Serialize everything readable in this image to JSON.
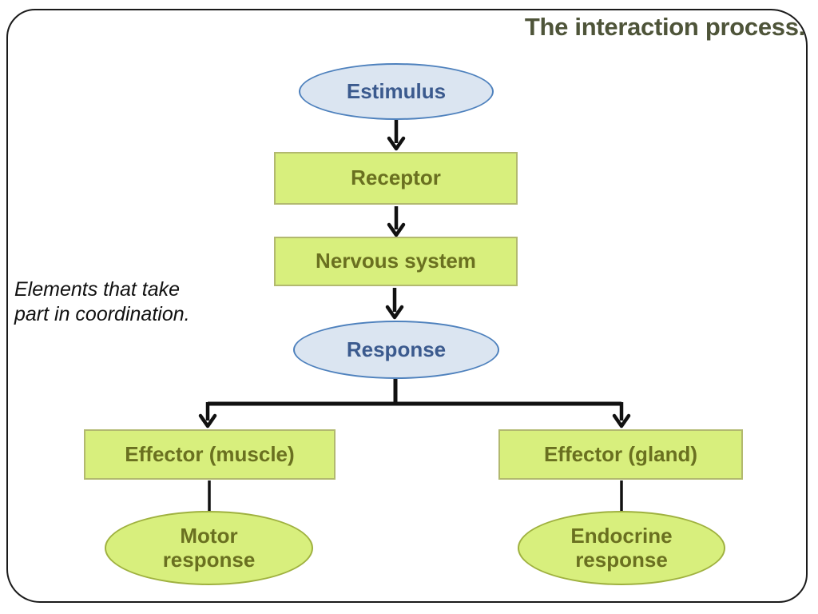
{
  "slide": {
    "title": "The interaction process.",
    "caption_line1": "Elements that take",
    "caption_line2": "part in coordination."
  },
  "nodes": {
    "estimulus": {
      "label": "Estimulus",
      "shape": "ellipse",
      "palette": "blue"
    },
    "receptor": {
      "label": "Receptor",
      "shape": "rect",
      "palette": "green"
    },
    "nervous_system": {
      "label": "Nervous system",
      "shape": "rect",
      "palette": "green"
    },
    "response": {
      "label": "Response",
      "shape": "ellipse",
      "palette": "blue"
    },
    "effector_muscle": {
      "label": "Effector (muscle)",
      "shape": "rect",
      "palette": "green"
    },
    "effector_gland": {
      "label": "Effector (gland)",
      "shape": "rect",
      "palette": "green"
    },
    "motor_response": {
      "line1": "Motor",
      "line2": "response",
      "shape": "ellipse",
      "palette": "green"
    },
    "endocrine_response": {
      "line1": "Endocrine",
      "line2": "response",
      "shape": "ellipse",
      "palette": "green"
    }
  },
  "edges": [
    {
      "from": "estimulus",
      "to": "receptor",
      "arrow": true
    },
    {
      "from": "receptor",
      "to": "nervous_system",
      "arrow": true
    },
    {
      "from": "nervous_system",
      "to": "response",
      "arrow": true
    },
    {
      "from": "response",
      "to": "effector_muscle",
      "arrow": true
    },
    {
      "from": "response",
      "to": "effector_gland",
      "arrow": true
    },
    {
      "from": "effector_muscle",
      "to": "motor_response",
      "arrow": false
    },
    {
      "from": "effector_gland",
      "to": "endocrine_response",
      "arrow": false
    }
  ],
  "colors": {
    "background": "#ffffff",
    "frame_border": "#1a1a1a",
    "title_text": "#4e5439",
    "green_fill": "#d8ef7d",
    "green_rect_border": "#b2b96f",
    "green_ellipse_border": "#9fb13f",
    "green_text": "#6a7020",
    "blue_fill": "#dbe5f1",
    "blue_border": "#4e81bd",
    "blue_text": "#3b5a8e",
    "connector": "#111111"
  }
}
